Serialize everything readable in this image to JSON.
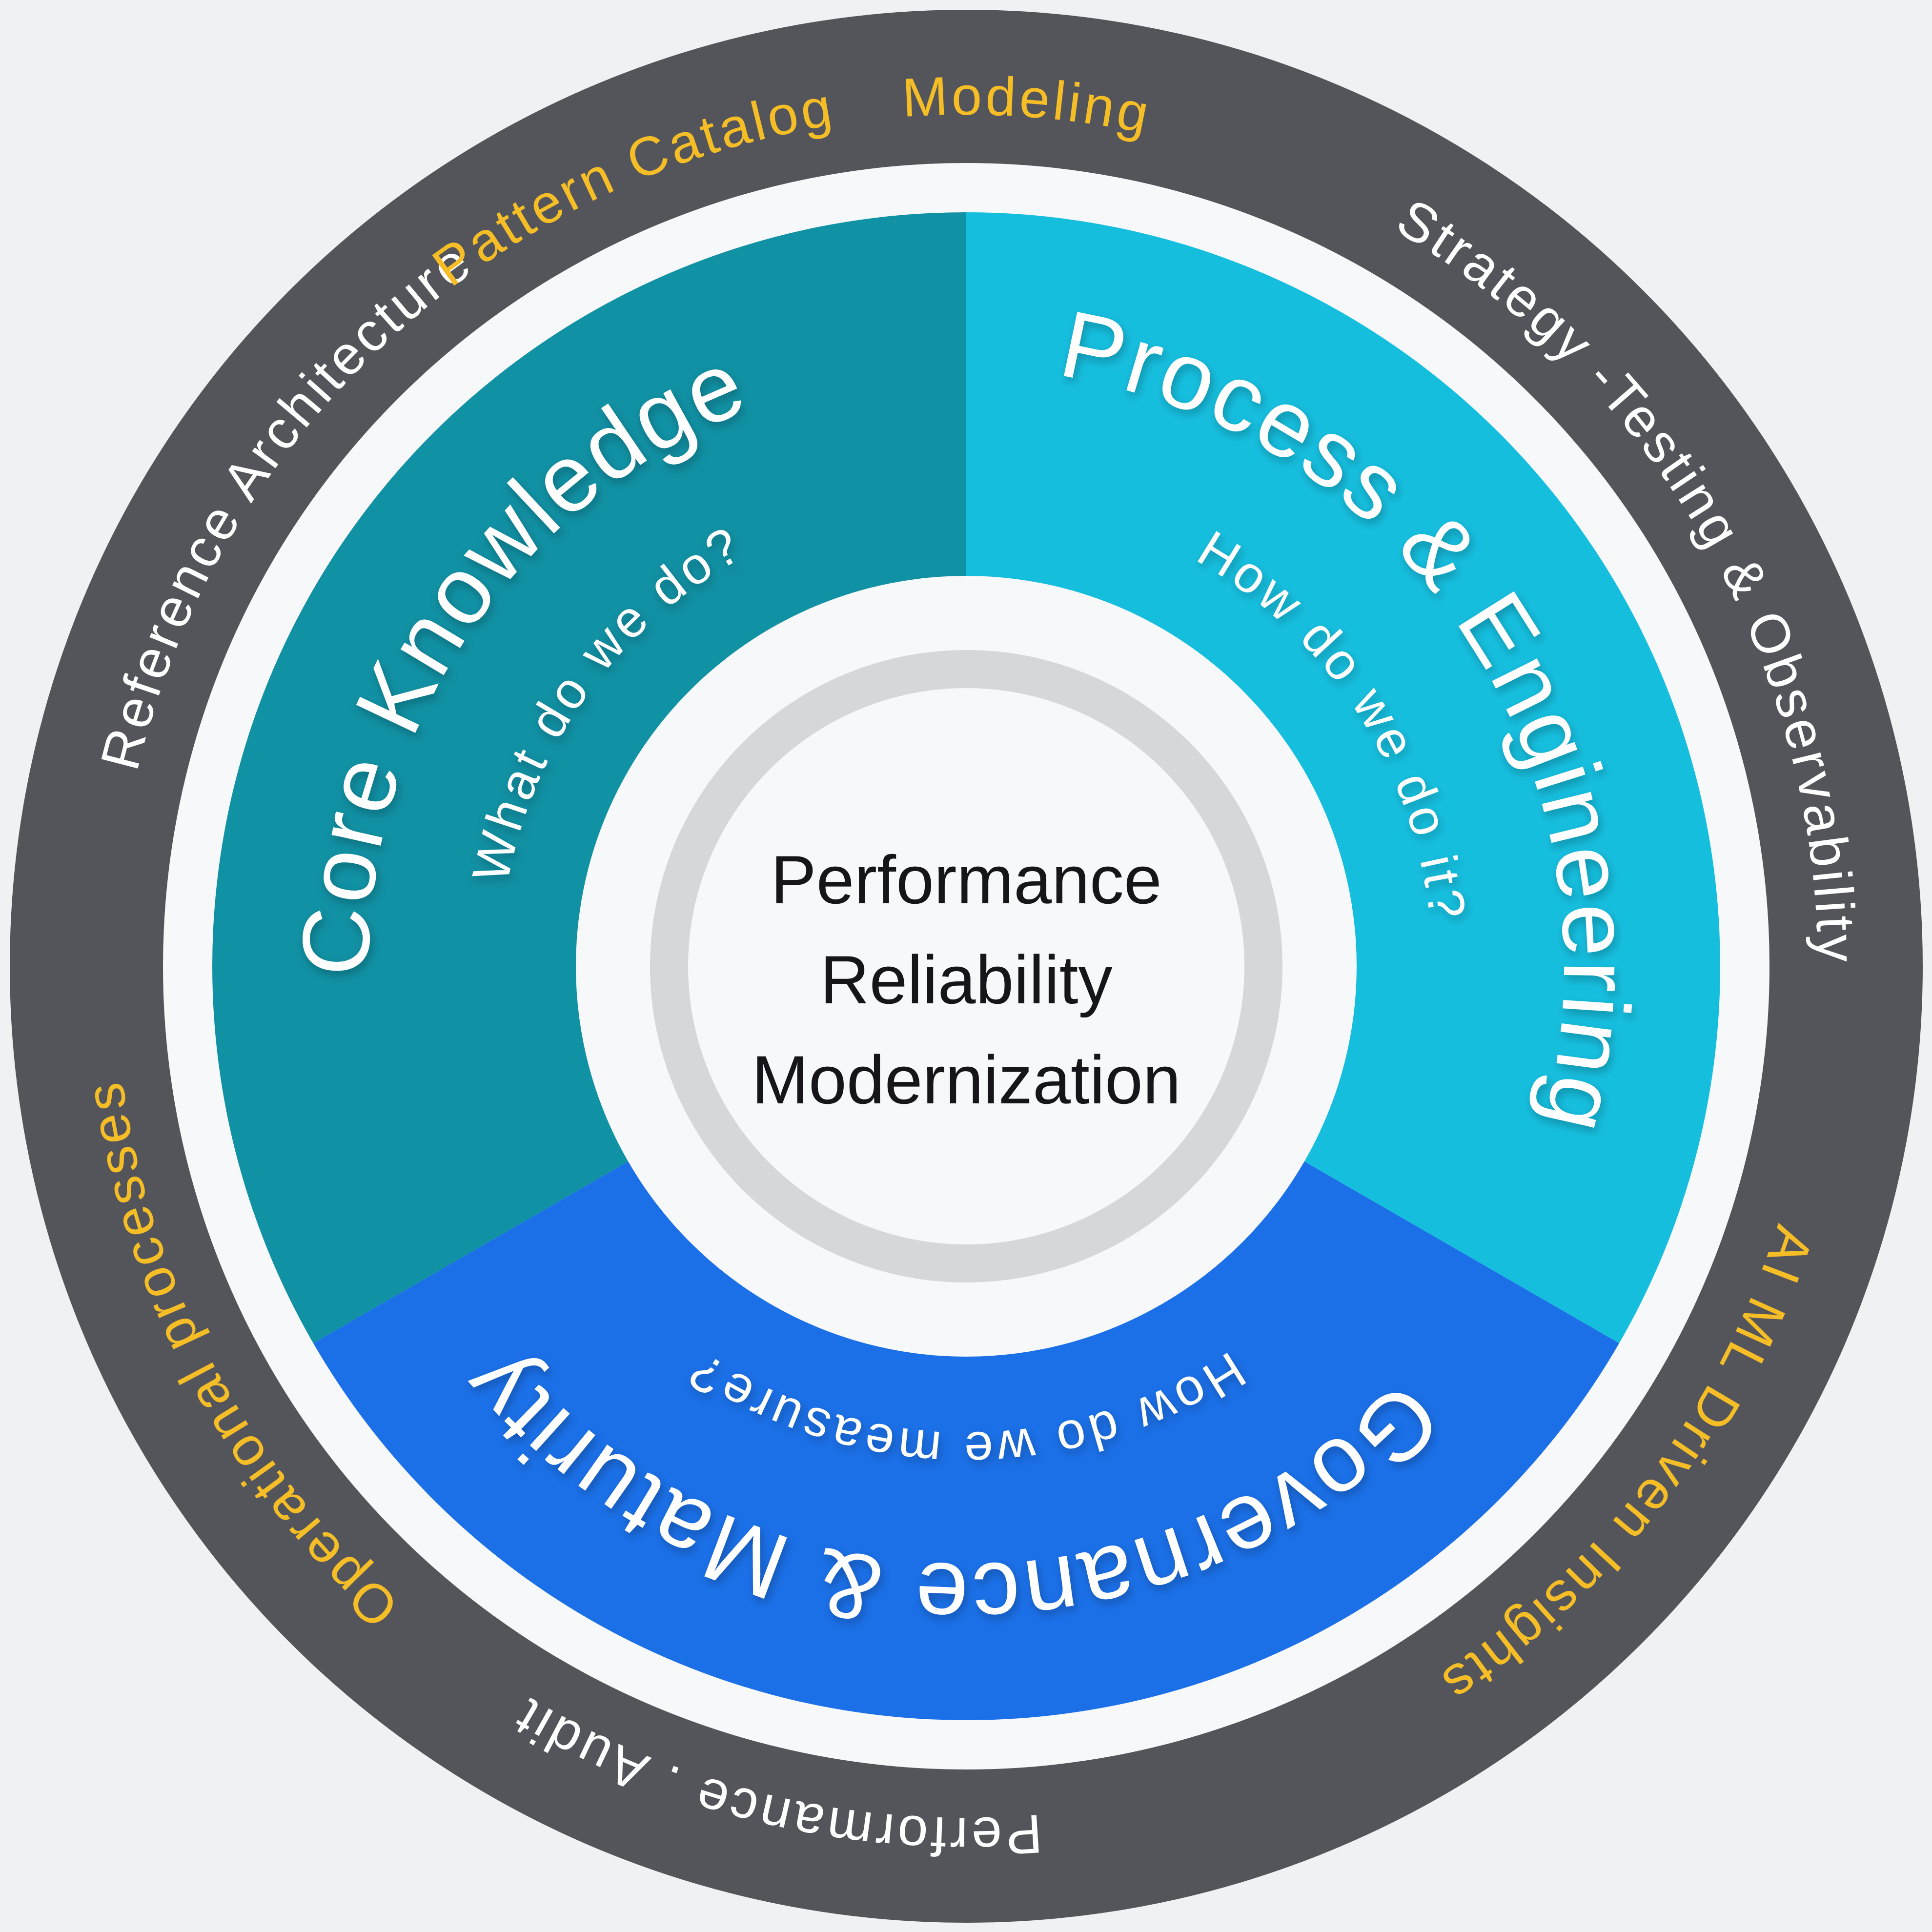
{
  "title": "Performance Reliability Modernization wheel",
  "background_color": "#EFF1F3",
  "inner_background_color": "#F7F8F9",
  "outer_ring": {
    "color": "#54555A",
    "labels": [
      {
        "id": "reference-architecture",
        "text": "Reference Architecture",
        "color": "#FFFFFF"
      },
      {
        "id": "pattern-catalog",
        "text": "Pattern Catalog",
        "color": "#F6BE26"
      },
      {
        "id": "modeling",
        "text": "Modeling",
        "color": "#F6BE26"
      },
      {
        "id": "strategy-testing",
        "text": "Strategy -Testing & Observability",
        "color": "#FFFFFF"
      },
      {
        "id": "ai-ml-insights",
        "text": "AI ML Driven Insights",
        "color": "#F6BE26"
      },
      {
        "id": "performance-audit",
        "text": "Performance . Audit",
        "color": "#FFFFFF"
      },
      {
        "id": "operational-processes",
        "text": "Operational processes",
        "color": "#F6BE26"
      }
    ]
  },
  "segments": [
    {
      "id": "core-knowledge",
      "name": "Core Knowledge",
      "question": "What do we do?",
      "color": "#1191A4",
      "text_color": "#FFFFFF"
    },
    {
      "id": "process-engineering",
      "name": "Process & Engineering",
      "question": "How do we do it?",
      "color": "#16BEDE",
      "text_color": "#FFFFFF"
    },
    {
      "id": "governance-maturity",
      "name": "Governance & Maturity",
      "question": "How do we measure?",
      "color": "#1B70E8",
      "text_color": "#FFFFFF"
    }
  ],
  "center": {
    "lines": [
      "Performance",
      "Reliability",
      "Modernization"
    ],
    "text_color": "#16161A",
    "ring_color": "#D5D7D9"
  }
}
